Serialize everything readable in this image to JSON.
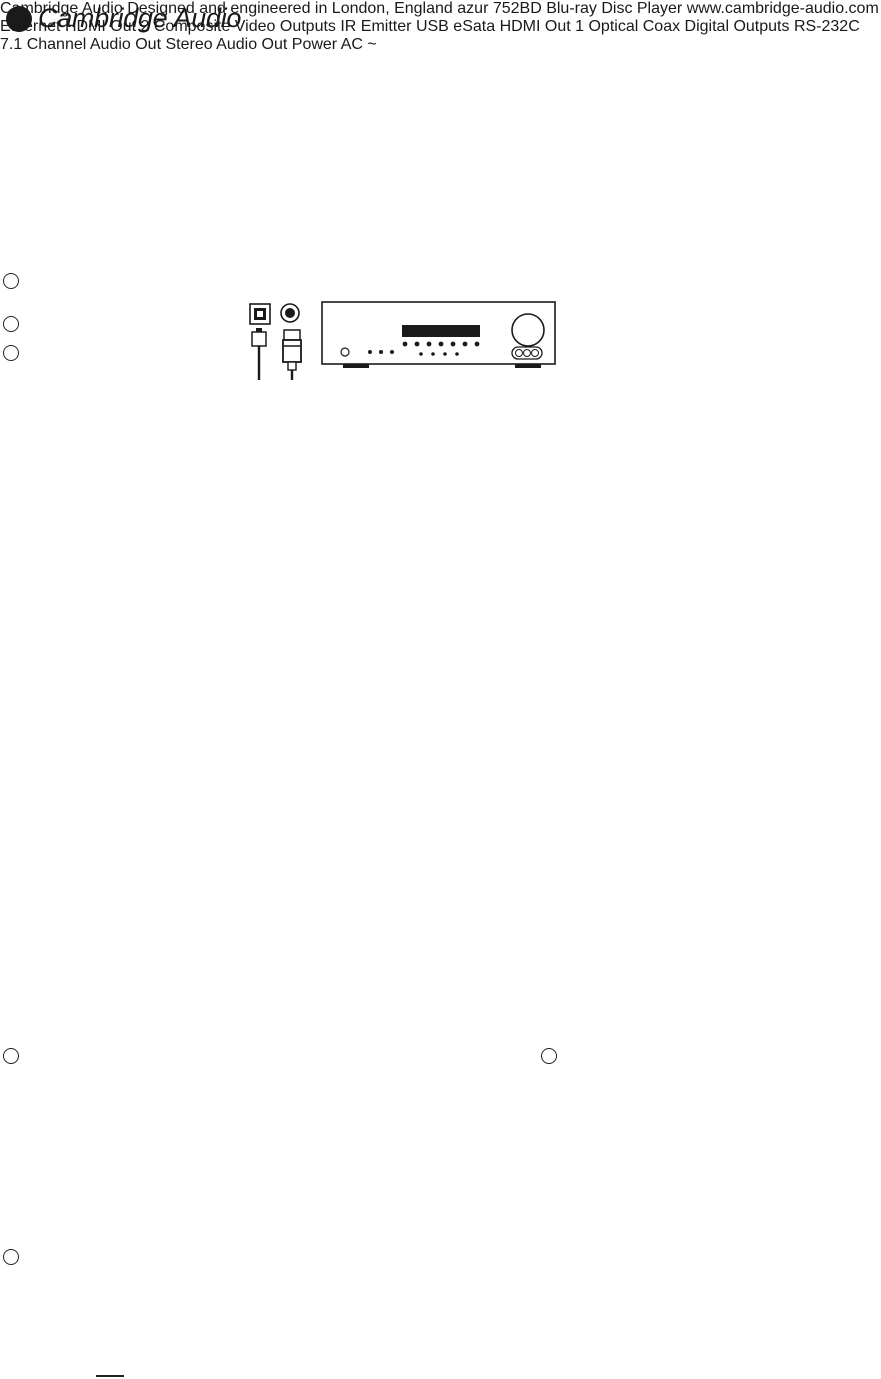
{
  "brand": {
    "name": "Cambridge Audio"
  },
  "player": {
    "brand": "Cambridge Audio",
    "tagline": "Designed and engineered in London, England",
    "model": "azur 752BD Blu-ray Disc Player",
    "website": "www.cambridge-audio.com",
    "ports": {
      "ethernet": "Ethernet",
      "hdmi2": "HDMI Out 2",
      "video_outputs": "Video Outputs",
      "composite": "Composite",
      "ir_emitter": "IR Emitter",
      "usb": "USB",
      "esata": "eSata",
      "hdmi1": "HDMI Out 1",
      "optical": "Optical",
      "coax": "Coax",
      "digital_outputs": "Digital Outputs",
      "rs232": "RS-232C",
      "multichannel": "7.1 Channel Audio Out",
      "stereo_out": "Stereo Audio Out",
      "power": "Power AC ~"
    }
  },
  "colors": {
    "line": "#1a1a1a",
    "panel": "#f2f2f2",
    "panel_stroke": "#555555",
    "label_bar": "#bdbdbd"
  }
}
